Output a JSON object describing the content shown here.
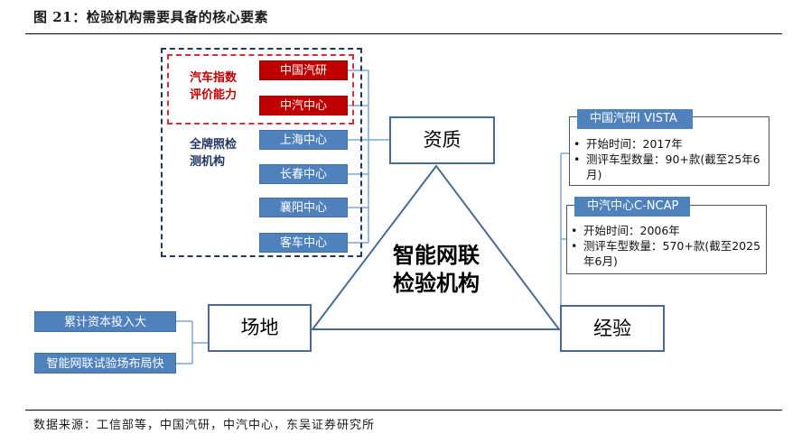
{
  "figure": {
    "title": "图 21：检验机构需要具备的核心要素",
    "source": "数据来源：工信部等，中国汽研，中汽中心，东吴证券研究所"
  },
  "qualification": {
    "node_label": "资质",
    "index_group": {
      "label_line1": "汽车指数",
      "label_line2": "评价能力",
      "items": [
        "中国汽研",
        "中汽中心"
      ]
    },
    "license_group": {
      "label_line1": "全牌照检",
      "label_line2": "测机构",
      "items": [
        "上海中心",
        "长春中心",
        "襄阳中心",
        "客车中心"
      ]
    }
  },
  "center": {
    "line1": "智能网联",
    "line2": "检验机构"
  },
  "site": {
    "node_label": "场地",
    "items": [
      "累计资本投入大",
      "智能网联试验场布局快"
    ]
  },
  "experience": {
    "node_label": "经验",
    "cards": [
      {
        "title": "中国汽研I VISTA",
        "bullets": [
          "开始时间：2017年",
          "测评车型数量：90+款(截至25年6月)"
        ]
      },
      {
        "title": "中汽中心C-NCAP",
        "bullets": [
          "开始时间：2006年",
          "测评车型数量：570+款(截至2025年6月)"
        ]
      }
    ]
  },
  "colors": {
    "red": "#c00000",
    "blue": "#4f81bd",
    "navy": "#203864",
    "connector": "#7ea6d6"
  }
}
